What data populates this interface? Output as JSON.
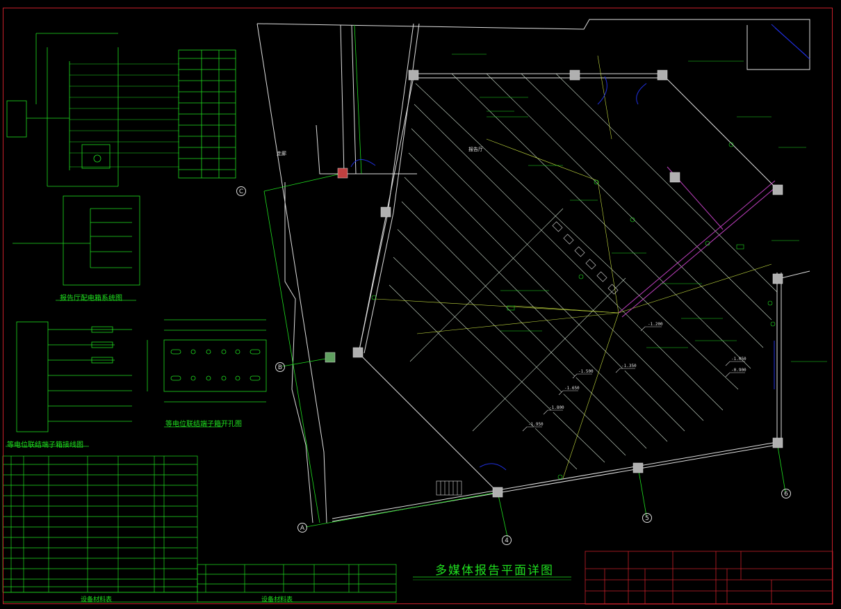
{
  "drawing": {
    "main_title": "多媒体报告平面详图",
    "captions": {
      "system_diagram": "报告厅配电箱系统图",
      "bonding_box_wiring": "等电位联结端子箱开孔图",
      "bonding_system": "等电位联结端子箱接线图",
      "equipment_table": "设备材料表",
      "material_table": "设备材料表"
    },
    "axis_markers": [
      "C",
      "B",
      "A",
      "4",
      "5",
      "6"
    ],
    "dimension_labels": [
      "-0.900",
      "-1.050",
      "-1.200",
      "-1.350",
      "-1.500",
      "-1.650",
      "-1.800",
      "-1.950"
    ],
    "area_labels": [
      "走廊",
      "报告厅"
    ],
    "colors": {
      "background": "#000000",
      "frame": "#c8202a",
      "primary_line": "#1fe01f",
      "wall": "#e0e0e0",
      "secondary_line": "#c8e040",
      "accent": "#e8e020",
      "door": "#2030e0",
      "cable": "#c040c0"
    }
  }
}
